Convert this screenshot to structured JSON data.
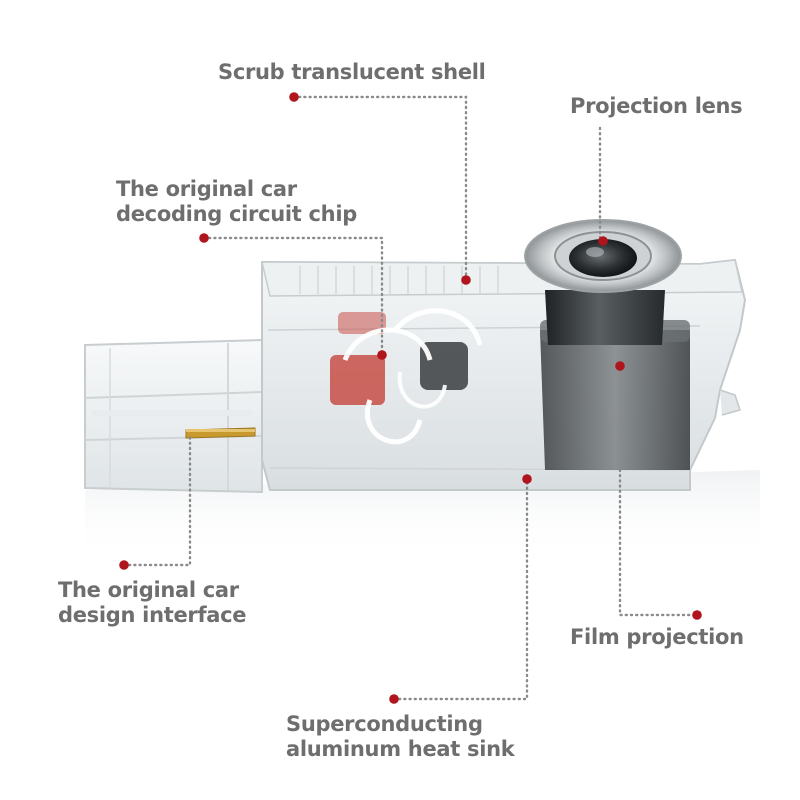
{
  "colors": {
    "label_text": "#6e6e6e",
    "leader_line": "#8a8a8a",
    "marker_dot": "#b0141c",
    "background": "#ffffff"
  },
  "callouts": {
    "shell": {
      "text": "Scrub translucent shell"
    },
    "lens": {
      "text": "Projection lens"
    },
    "chip": {
      "line1": "The original car",
      "line2": "decoding circuit chip"
    },
    "interface": {
      "line1": "The original car",
      "line2": "design interface"
    },
    "film": {
      "text": "Film projection"
    },
    "heatsink": {
      "line1": "Superconducting",
      "line2": "aluminum heat sink"
    }
  }
}
